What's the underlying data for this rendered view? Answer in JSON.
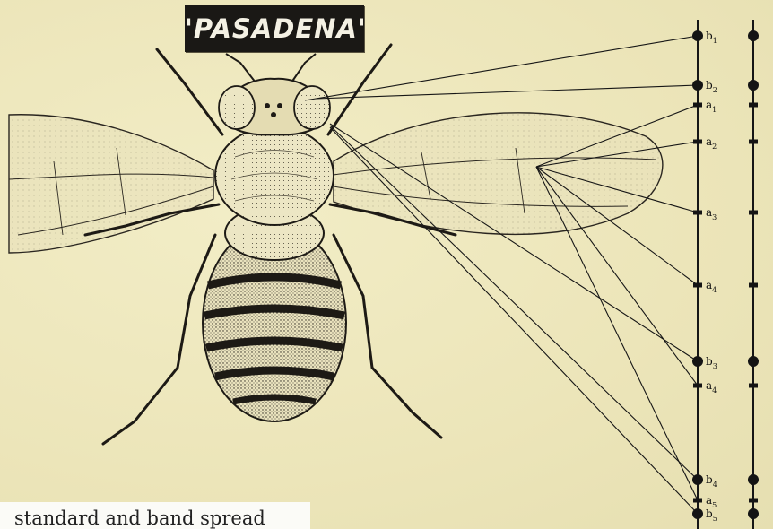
{
  "title": "'PASADENA'",
  "caption": "standard and band spread",
  "markers": [
    {
      "name": "b",
      "sub": "1",
      "kind": "dot"
    },
    {
      "name": "b",
      "sub": "2",
      "kind": "dot"
    },
    {
      "name": "a",
      "sub": "1",
      "kind": "tick"
    },
    {
      "name": "a",
      "sub": "2",
      "kind": "tick"
    },
    {
      "name": "a",
      "sub": "3",
      "kind": "tick"
    },
    {
      "name": "a",
      "sub": "4",
      "kind": "tick"
    },
    {
      "name": "b",
      "sub": "3",
      "kind": "dot"
    },
    {
      "name": "a",
      "sub": "4",
      "kind": "tick"
    },
    {
      "name": "b",
      "sub": "4",
      "kind": "dot"
    },
    {
      "name": "a",
      "sub": "5",
      "kind": "tick"
    },
    {
      "name": "b",
      "sub": "5",
      "kind": "dot"
    }
  ],
  "colors": {
    "paper": "#efe9bf",
    "ink": "#141414",
    "plate": "#1a1815"
  }
}
